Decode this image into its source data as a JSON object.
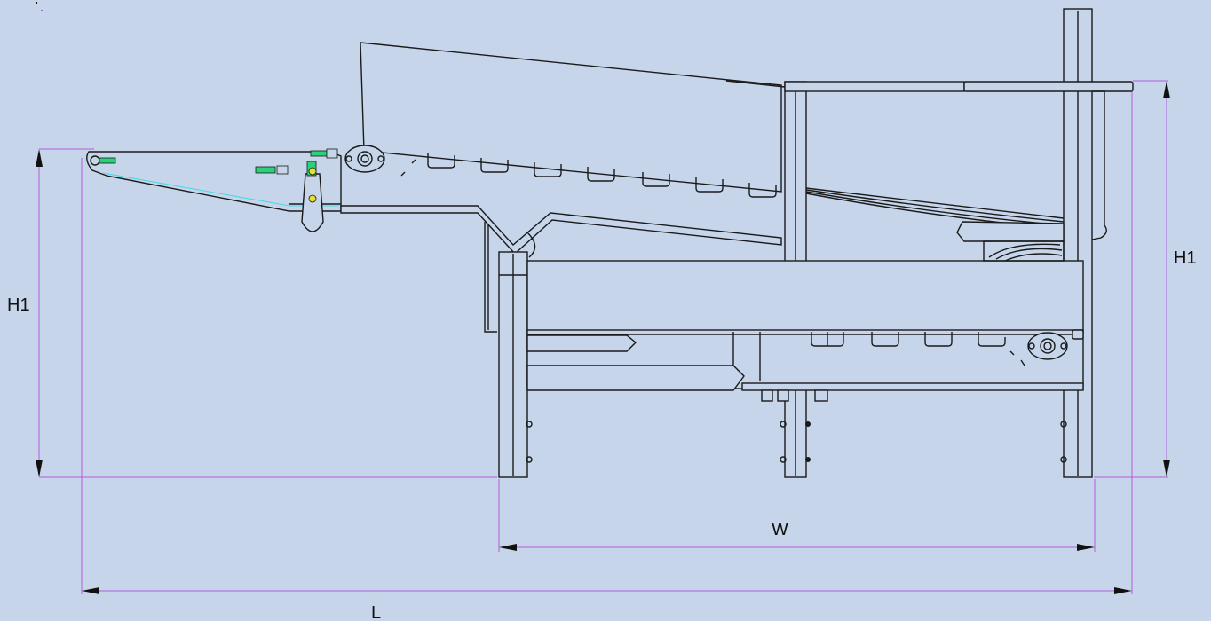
{
  "dimensions": {
    "h1_left": "H1",
    "h1_right": "H1",
    "width": "W",
    "length": "L"
  },
  "colors": {
    "background": "#c6d5ea",
    "dimension_line": "#b55be0",
    "outline": "#1a1a1a",
    "guard_line": "#48d8e8",
    "fastener": "#2bd07a",
    "bolt_marker": "#e8e02a"
  }
}
